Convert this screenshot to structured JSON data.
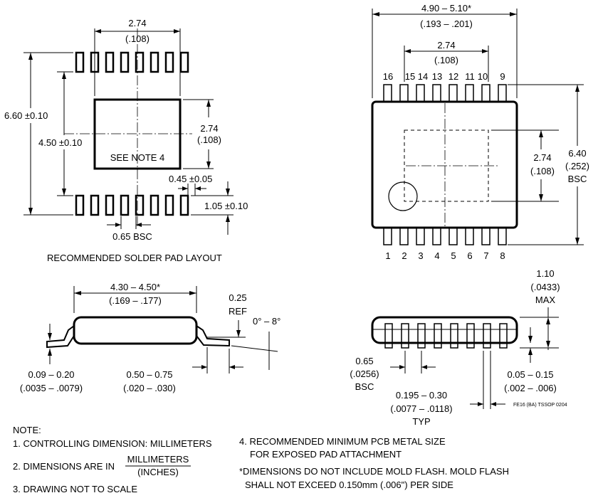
{
  "solder_layout": {
    "dim_top": "2.74",
    "dim_top_inch": "(.108)",
    "dim_660": "6.60 ±0.10",
    "dim_450": "4.50 ±0.10",
    "dim_right_274": "2.74",
    "dim_right_274_inch": "(.108)",
    "see_note": "SEE NOTE 4",
    "dim_045": "0.45 ±0.05",
    "dim_105": "1.05 ±0.10",
    "dim_065": "0.65 BSC",
    "caption": "RECOMMENDED SOLDER PAD LAYOUT"
  },
  "top_view": {
    "dim_width": "4.90 – 5.10*",
    "dim_width_inch": "(.193 – .201)",
    "dim_pad": "2.74",
    "dim_pad_inch": "(.108)",
    "dim_right_pad": "2.74",
    "dim_right_pad_inch": "(.108)",
    "dim_height": "6.40",
    "dim_height_inch": "(.252)",
    "dim_height_bsc": "BSC",
    "pins_top": [
      "16",
      "15",
      "14",
      "13",
      "12",
      "11",
      "10",
      "9"
    ],
    "pins_bottom": [
      "1",
      "2",
      "3",
      "4",
      "5",
      "6",
      "7",
      "8"
    ]
  },
  "side_view": {
    "dim_body": "4.30 – 4.50*",
    "dim_body_inch": "(.169 – .177)",
    "dim_025": "0.25",
    "ref": "REF",
    "angle": "0° – 8°",
    "dim_009": "0.09 – 0.20",
    "dim_009_inch": "(.0035 – .0079)",
    "dim_050": "0.50 – 0.75",
    "dim_050_inch": "(.020 – .030)"
  },
  "end_view": {
    "dim_110": "1.10",
    "dim_110_inch": "(.0433)",
    "max": "MAX",
    "dim_065": "0.65",
    "dim_065_inch": "(.0256)",
    "bsc": "BSC",
    "dim_0195": "0.195 – 0.30",
    "dim_0195_inch": "(.0077 – .0118)",
    "typ": "TYP",
    "dim_005": "0.05 – 0.15",
    "dim_005_inch": "(.002 – .006)",
    "tag": "FE16 (BA) TSSOP 0204"
  },
  "notes": {
    "header": "NOTE:",
    "n1": "1. CONTROLLING DIMENSION: MILLIMETERS",
    "n2_prefix": "2. DIMENSIONS ARE IN",
    "n2_num": "MILLIMETERS",
    "n2_den": "(INCHES)",
    "n3": "3. DRAWING NOT TO SCALE",
    "n4a": "4. RECOMMENDED MINIMUM PCB METAL SIZE",
    "n4b": "FOR EXPOSED PAD ATTACHMENT",
    "n5a": "*DIMENSIONS DO NOT INCLUDE MOLD FLASH. MOLD FLASH",
    "n5b": "SHALL NOT EXCEED 0.150mm (.006\") PER SIDE"
  }
}
